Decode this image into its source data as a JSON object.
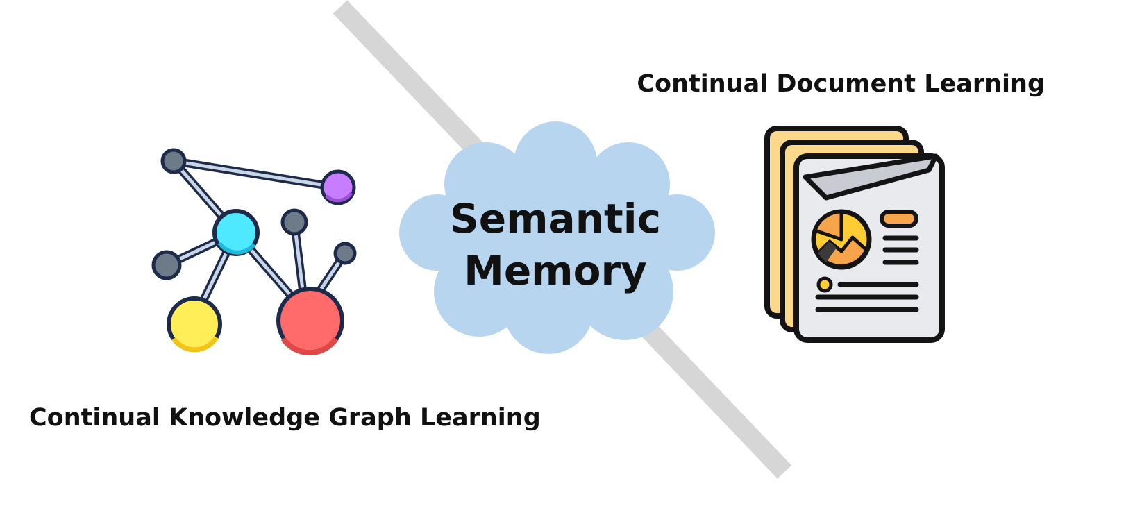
{
  "title_left": "Continual Knowledge Graph Learning",
  "title_right": "Continual Document Learning",
  "center": {
    "line1": "Semantic",
    "line2": "Memory"
  },
  "colors": {
    "divider": "#d6d6d6",
    "cloud": "#b8d5f0",
    "node_cyan": "#4ee8ff",
    "node_yellow": "#ffee58",
    "node_red": "#ff6b6b",
    "node_purple": "#c77dff",
    "node_gray": "#6d7b88",
    "edge": "#c9d6e6",
    "outline": "#1e2a4a",
    "doc_back": "#fcd88a",
    "doc_front": "#e9eaee",
    "doc_fold": "#c8cbd2",
    "doc_accent": "#f7a54a",
    "doc_accent_yellow": "#ffcc33",
    "doc_dark": "#3b3b3b",
    "text": "#111111"
  },
  "icons": {
    "left": "knowledge-graph-icon",
    "right": "document-stack-icon",
    "center": "cloud-icon"
  }
}
